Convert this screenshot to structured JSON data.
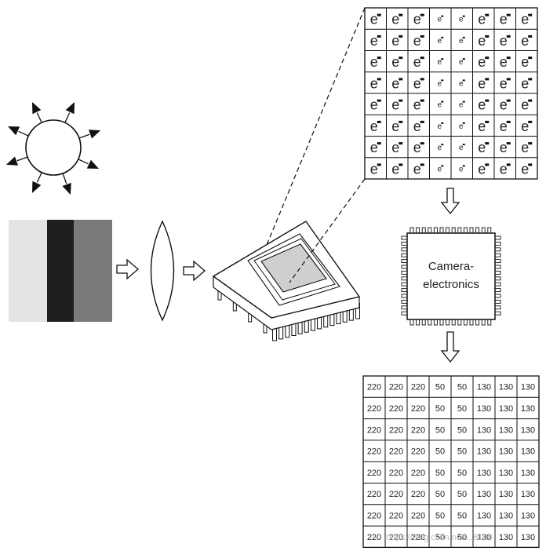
{
  "electron_symbol": "e",
  "electron_grid": {
    "rows": 8,
    "cols": 8,
    "charge_levels": [
      "high",
      "high",
      "high",
      "low",
      "low",
      "high",
      "high",
      "high"
    ]
  },
  "scene": {
    "stripes": [
      {
        "name": "light",
        "color": "#e3e3e3"
      },
      {
        "name": "dark",
        "color": "#1f1f1f"
      },
      {
        "name": "medium",
        "color": "#7a7a7a"
      }
    ]
  },
  "camera_electronics": {
    "label_line1": "Camera-",
    "label_line2": "electronics"
  },
  "value_grid": {
    "rows": 8,
    "values": [
      "220",
      "220",
      "220",
      "50",
      "50",
      "130",
      "130",
      "130"
    ]
  },
  "watermark": "https://blog.csdn.net/...6130"
}
